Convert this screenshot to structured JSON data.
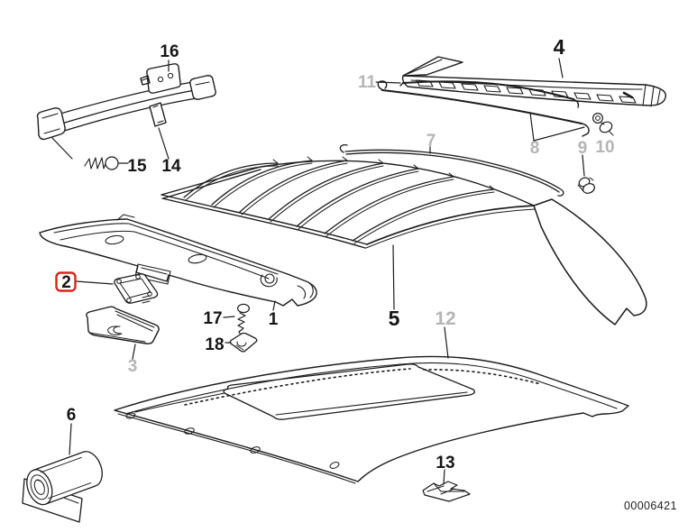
{
  "diagram": {
    "doc_number": "00006421",
    "highlighted_callout": "2",
    "colors": {
      "background": "#ffffff",
      "line": "#1c1c1c",
      "standard_callout": "#161616",
      "muted_callout": "#b5b5b5",
      "highlight_box": "#d8251d"
    },
    "callouts": [
      {
        "number": "1",
        "style": "normal"
      },
      {
        "number": "2",
        "style": "highlighted"
      },
      {
        "number": "3",
        "style": "muted"
      },
      {
        "number": "4",
        "style": "normal"
      },
      {
        "number": "5",
        "style": "normal"
      },
      {
        "number": "6",
        "style": "normal"
      },
      {
        "number": "7",
        "style": "muted"
      },
      {
        "number": "8",
        "style": "muted"
      },
      {
        "number": "9",
        "style": "muted"
      },
      {
        "number": "10",
        "style": "muted"
      },
      {
        "number": "11",
        "style": "muted"
      },
      {
        "number": "12",
        "style": "muted"
      },
      {
        "number": "13",
        "style": "normal"
      },
      {
        "number": "14",
        "style": "normal"
      },
      {
        "number": "15",
        "style": "normal"
      },
      {
        "number": "16",
        "style": "normal"
      },
      {
        "number": "17",
        "style": "normal"
      },
      {
        "number": "18",
        "style": "normal"
      }
    ]
  }
}
